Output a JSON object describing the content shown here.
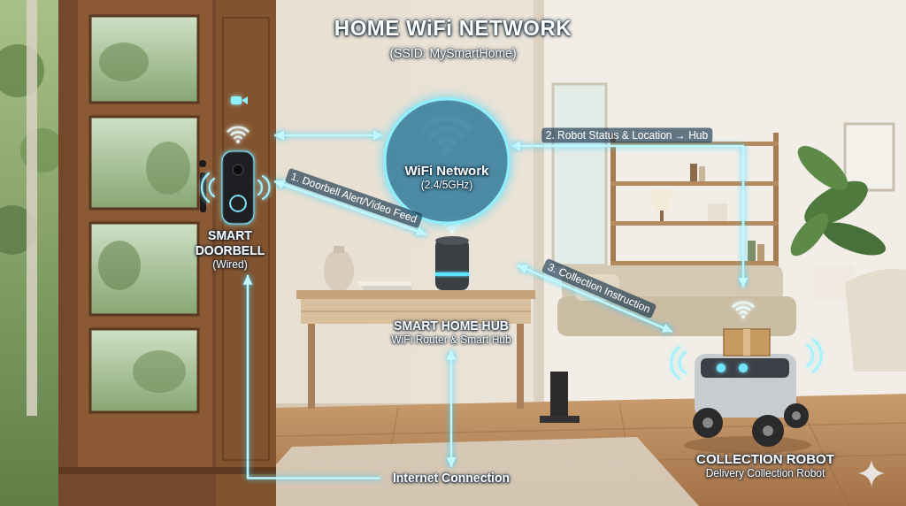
{
  "diagram": {
    "title": "HOME WiFi NETWORK",
    "nodes": [
      {
        "text": [
          "WiFi Network",
          "(2.4/5GHz)"
        ]
      },
      {
        "text": [
          "SMART DOORBELL",
          "(Wired)"
        ]
      },
      {
        "text": [
          "SMART HOME HUB",
          "WiFi Router & Smart Hub"
        ]
      },
      {
        "text": [
          "COLLECTION ROBOT",
          "Delivery Collection Robot"
        ]
      },
      {
        "text": [
          "Internet Connection"
        ]
      }
    ],
    "edges": [
      {
        "from": 1,
        "to": 0,
        "arrow": "both"
      },
      {
        "from": 1,
        "to": 2,
        "label": "1. Doorbell Alert/Video Feed",
        "arrow": "both"
      },
      {
        "from": 3,
        "to": 0,
        "label": "2. Robot Status & Location → Hub",
        "arrow": "both"
      },
      {
        "from": 2,
        "to": 3,
        "label": "3. Collection Instruction",
        "arrow": "both"
      },
      {
        "from": 2,
        "to": 4,
        "arrow": "both"
      },
      {
        "from": 4,
        "to": 1,
        "arrow": "to"
      }
    ],
    "labels": [
      "(SSID: MySmartHome)"
    ]
  }
}
